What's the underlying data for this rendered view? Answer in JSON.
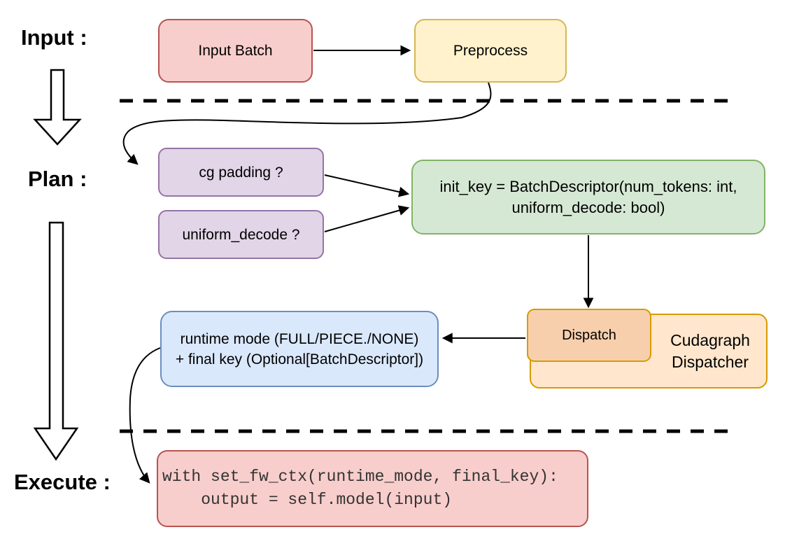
{
  "stages": {
    "input_label": "Input :",
    "plan_label": "Plan :",
    "execute_label": "Execute :"
  },
  "nodes": {
    "input_batch": {
      "label": "Input Batch"
    },
    "preprocess": {
      "label": "Preprocess"
    },
    "cg_padding": {
      "label": "cg padding ?"
    },
    "uniform_decode": {
      "label": "uniform_decode ?"
    },
    "init_key": {
      "line1": "init_key = BatchDescriptor(num_tokens: int,",
      "line2": "uniform_decode: bool)"
    },
    "runtime_result": {
      "line1": "runtime mode (FULL/PIECE./NONE)",
      "line2": "+ final key (Optional[BatchDescriptor])"
    },
    "dispatch": {
      "label": "Dispatch"
    },
    "cudagraph_dispatcher": {
      "line1": "Cudagraph",
      "line2": "Dispatcher"
    },
    "execute_code": {
      "line1": "with set_fw_ctx(runtime_mode, final_key):",
      "line2": "    output = self.model(input)"
    }
  },
  "colors": {
    "red_fill": "#f8cecc",
    "red_stroke": "#b85450",
    "yellow_fill": "#fff2cc",
    "yellow_stroke": "#d6b656",
    "purple_fill": "#e1d5e7",
    "purple_stroke": "#9673a6",
    "green_fill": "#d5e8d4",
    "green_stroke": "#82b366",
    "blue_fill": "#dae8fc",
    "blue_stroke": "#6c8ebf",
    "orange_fill": "#ffe6cc",
    "orange_stroke": "#d79b00",
    "dispatch_fill": "#f8cfad",
    "connector": "#000000",
    "background": "#ffffff"
  }
}
